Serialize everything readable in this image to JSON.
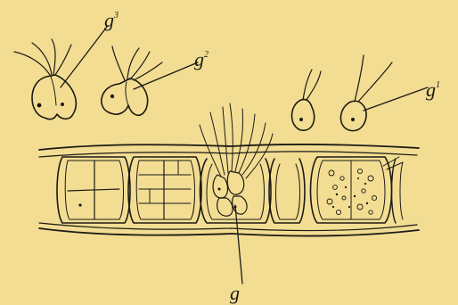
{
  "colors": {
    "paper": "#f2dd93",
    "ink": "#1c1a14"
  },
  "labels": {
    "g3": {
      "base": "g",
      "sup": "3"
    },
    "g2": {
      "base": "g",
      "sup": "2"
    },
    "g1": {
      "base": "g",
      "sup": "1"
    },
    "g": {
      "base": "g"
    }
  }
}
